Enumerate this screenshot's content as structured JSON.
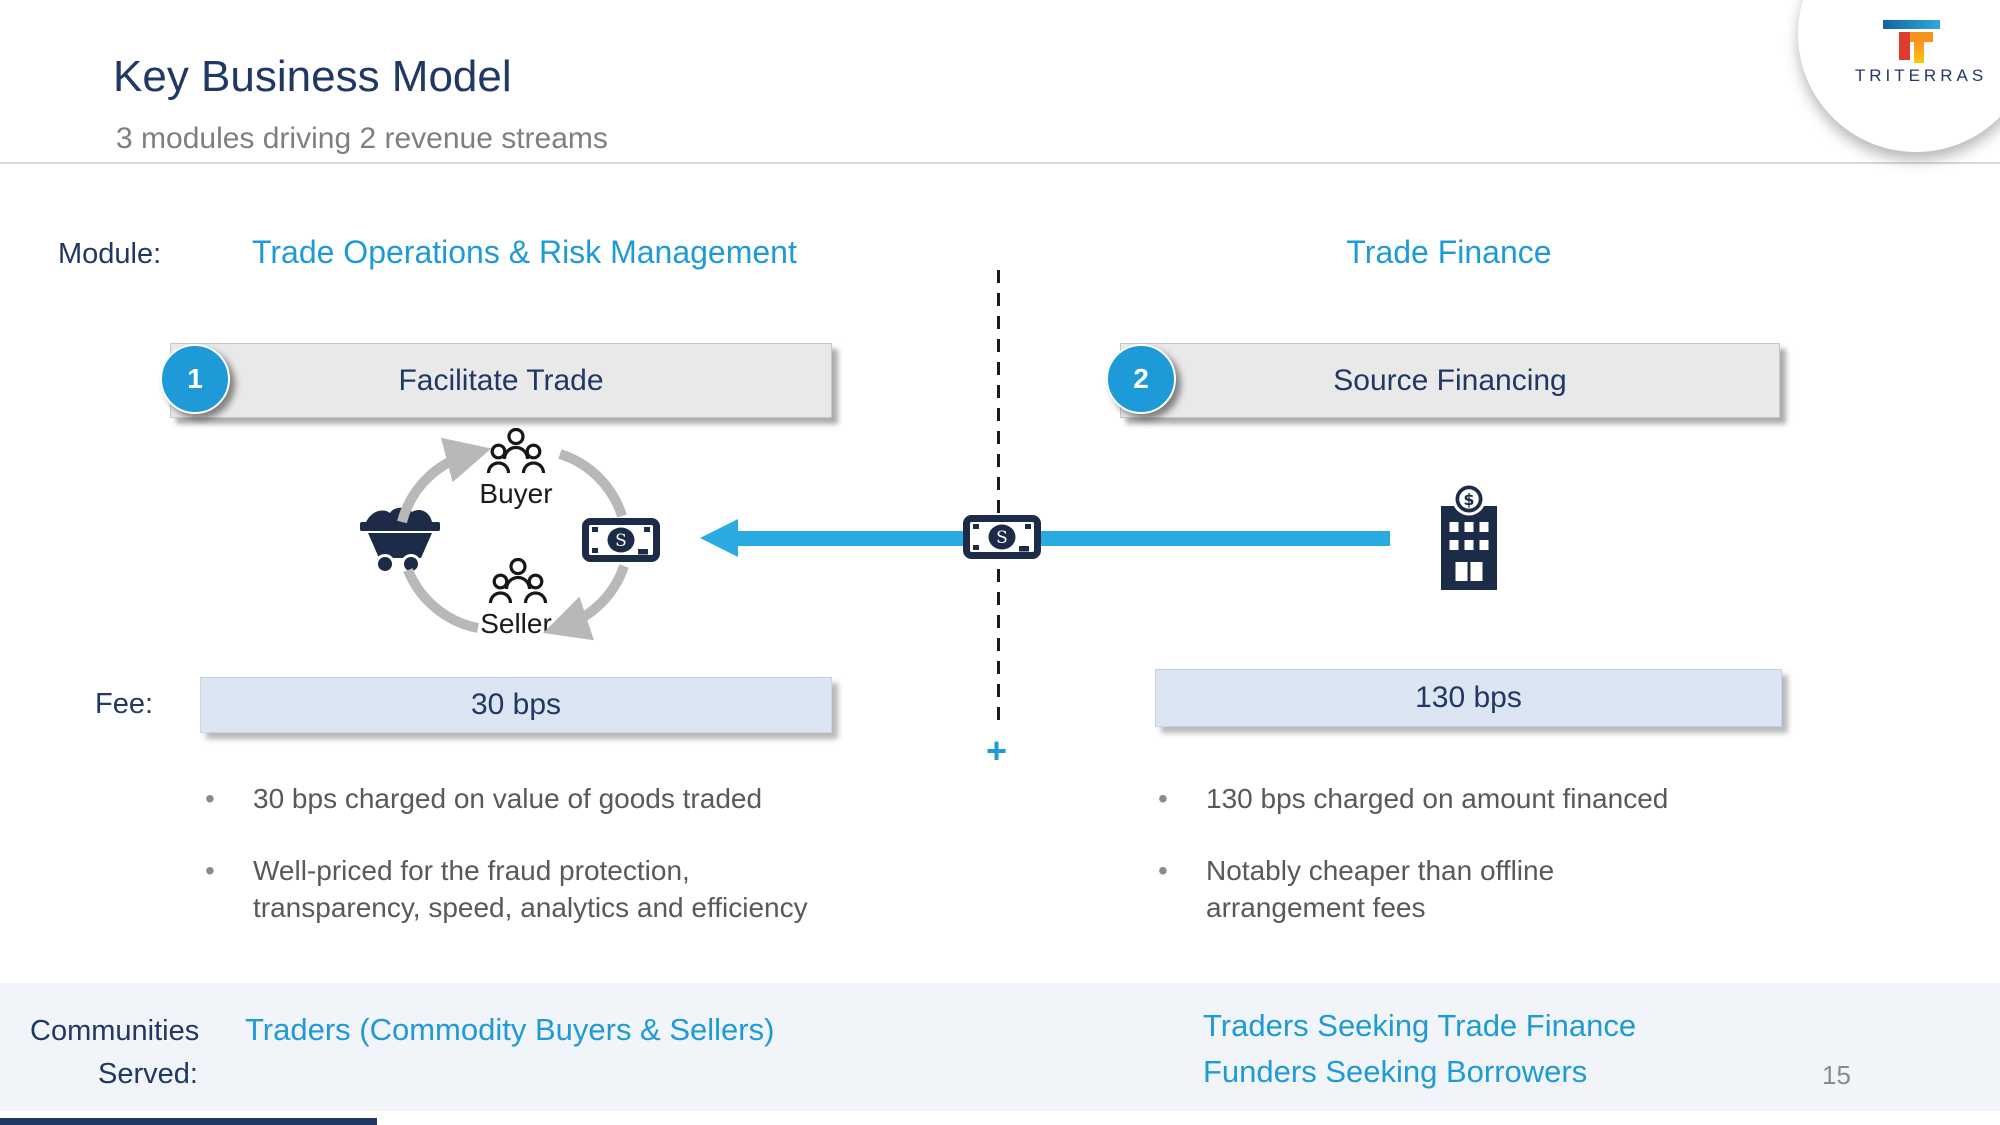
{
  "slide": {
    "title": "Key Business Model",
    "subtitle": "3 modules driving 2 revenue streams",
    "page_number": "15",
    "logo_text": "TRITERRAS"
  },
  "labels": {
    "module": "Module:",
    "fee": "Fee:",
    "communities_line1": "Communities",
    "communities_line2": "Served:",
    "bullet": "•",
    "plus": "+"
  },
  "modules": {
    "left": {
      "name": "Trade Operations & Risk Management",
      "step_number": "1",
      "step_title": "Facilitate Trade",
      "fee": "30 bps",
      "bullets": [
        "30 bps charged on value of goods traded",
        "Well-priced for the fraud protection,\ntransparency, speed, analytics and efficiency"
      ],
      "communities": "Traders (Commodity Buyers & Sellers)",
      "cycle": {
        "buyer": "Buyer",
        "seller": "Seller"
      }
    },
    "right": {
      "name": "Trade Finance",
      "step_number": "2",
      "step_title": "Source Financing",
      "fee": "130 bps",
      "bullets": [
        "130 bps charged on amount financed",
        "Notably cheaper than offline\narrangement fees"
      ],
      "communities": [
        "Traders Seeking Trade Finance",
        "Funders Seeking Borrowers"
      ]
    }
  },
  "icons": {
    "money_symbol": "S",
    "dollar_symbol": "$"
  },
  "colors": {
    "navy_text": "#1F3864",
    "accent_blue": "#1E9BD7",
    "arrow_blue": "#29ABE2",
    "icon_navy": "#1C2B47",
    "step_box_gray": "#E9E9E9",
    "fee_box_blue": "#DCE5F2",
    "bottom_band": "#F1F4F8",
    "bullet_gray": "#595959",
    "logo_red": "#DC3D2F",
    "logo_orange": "#F7941E",
    "logo_yellow": "#FDC60B"
  }
}
